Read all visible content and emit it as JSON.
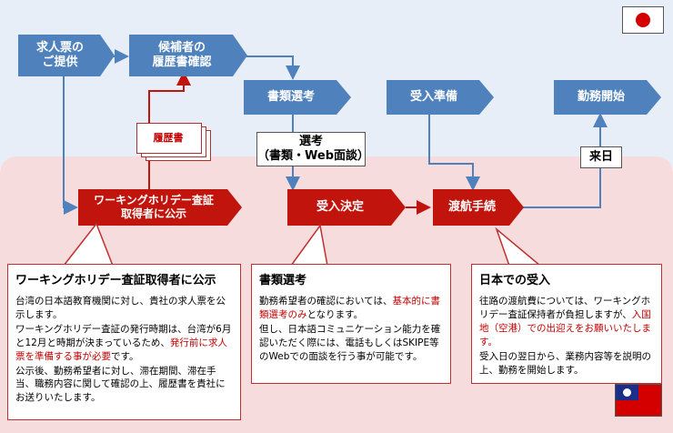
{
  "nodes": {
    "job_offer": "求人票の\nご提供",
    "resume_check": "候補者の\n履歴書確認",
    "doc_selection": "書類選考",
    "accept_prep": "受入準備",
    "work_start": "勤務開始",
    "wh_holder_publish": "ワーキングホリデー査証\n取得者に公示",
    "accept_decision": "受入決定",
    "travel": "渡航手続"
  },
  "labels": {
    "rirekisho": "履歴書",
    "selection_line1": "選考",
    "selection_line2": "（書類・Web面談）",
    "arrival": "来日"
  },
  "info_boxes": {
    "publish": {
      "title": "ワーキングホリデー査証取得者に公示",
      "p1": "台湾の日本語教育機関に対し、貴社の求人票を公示します。",
      "p2_pre": "ワーキングホリデー査証の発行時期は、台湾が6月と12月と時期が決まっているため、",
      "p2_red": "発行前に求人票を準備する事が必要",
      "p2_post": "です。",
      "p3": "公示後、勤務希望者に対し、滞在期間、滞在手当、職務内容に関して確認の上、履歴書を貴社にお送りいたします。"
    },
    "screening": {
      "title": "書類選考",
      "p1_pre": "勤務希望者の確認においては、",
      "p1_red": "基本的に書類選考のみ",
      "p1_post": "となります。",
      "p2": "但し、日本語コミュニケーション能力を確認いただく際には、電話もしくはSKIPE等のWebでの面談を行う事が可能です。"
    },
    "reception": {
      "title": "日本での受入",
      "p1_pre": "往路の渡航費については、ワーキングホリデー査証保持者が負担しますが、",
      "p1_red": "入国地（空港）での出迎えをお願いいたします。",
      "p2": "受入日の翌日から、業務内容等を説明の上、勤務を開始します。"
    }
  },
  "colors": {
    "blue_arrow": "#4f81bd",
    "red_arrow": "#c0140c",
    "japan_band": "#e8eef7",
    "taiwan_band": "#f6dcdc"
  },
  "flags": {
    "top_right": "japan-flag",
    "bottom_right": "taiwan-flag"
  }
}
